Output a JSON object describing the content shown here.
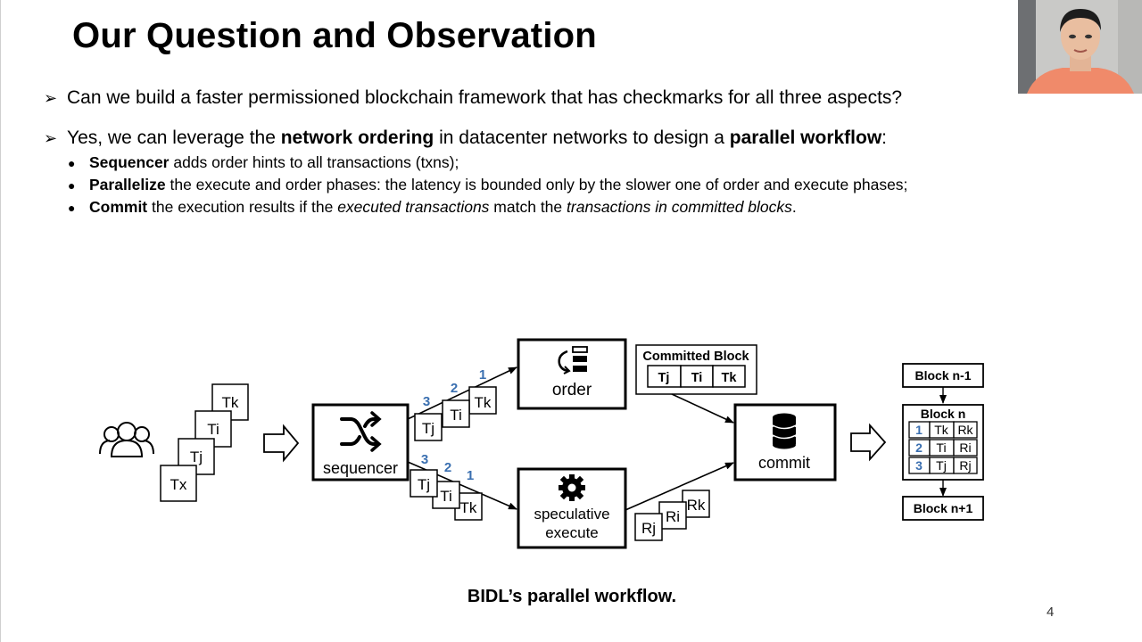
{
  "slide": {
    "title": "Our Question and Observation",
    "page_number": "4",
    "caption": "BIDL’s parallel workflow."
  },
  "bullets": [
    {
      "segments": [
        {
          "text": "Can we build a faster permissioned blockchain framework that has checkmarks for all three aspects?",
          "bold": false
        }
      ]
    },
    {
      "segments": [
        {
          "text": "Yes, we can leverage the ",
          "bold": false
        },
        {
          "text": "network ordering",
          "bold": true
        },
        {
          "text": " in datacenter networks to design a ",
          "bold": false
        },
        {
          "text": "parallel workflow",
          "bold": true
        },
        {
          "text": ":",
          "bold": false
        }
      ],
      "sub": [
        [
          {
            "text": "Sequencer",
            "bold": true
          },
          {
            "text": " adds order hints to all transactions (txns);"
          }
        ],
        [
          {
            "text": "Parallelize",
            "bold": true
          },
          {
            "text": " the execute and order phases: the latency is bounded only by the slower one of order and execute phases;"
          }
        ],
        [
          {
            "text": "Commit",
            "bold": true
          },
          {
            "text": " the execution results if the "
          },
          {
            "text": "executed transactions",
            "italic": true
          },
          {
            "text": " match the "
          },
          {
            "text": "transactions in committed blocks",
            "italic": true
          },
          {
            "text": "."
          }
        ]
      ]
    }
  ],
  "diagram": {
    "client_txns": [
      "Tk",
      "Ti",
      "Tj",
      "Tx"
    ],
    "sequencer_label": "sequencer",
    "order_label": "order",
    "execute_label_line1": "speculative",
    "execute_label_line2": "execute",
    "commit_label": "commit",
    "upper_txns": [
      "Tj",
      "Ti",
      "Tk"
    ],
    "upper_hints": [
      "3",
      "2",
      "1"
    ],
    "lower_txns": [
      "Tj",
      "Ti",
      "Tk"
    ],
    "lower_hints": [
      "3",
      "2",
      "1"
    ],
    "committed_block_title": "Committed Block",
    "committed_block_txns": [
      "Tj",
      "Ti",
      "Tk"
    ],
    "results": [
      "Rj",
      "Ri",
      "Rk"
    ],
    "chain": {
      "prev": "Block n-1",
      "current": "Block n",
      "next": "Block n+1",
      "rows": [
        {
          "idx": "1",
          "txn": "Tk",
          "res": "Rk"
        },
        {
          "idx": "2",
          "txn": "Ti",
          "res": "Ri"
        },
        {
          "idx": "3",
          "txn": "Tj",
          "res": "Rj"
        }
      ]
    },
    "hint_color": "#3a6fb0",
    "icons": [
      "users-icon",
      "shuffle-icon",
      "list-refresh-icon",
      "gear-icon",
      "database-icon",
      "hollow-arrow-icon"
    ]
  },
  "presenter": {
    "icon": "person-icon"
  }
}
